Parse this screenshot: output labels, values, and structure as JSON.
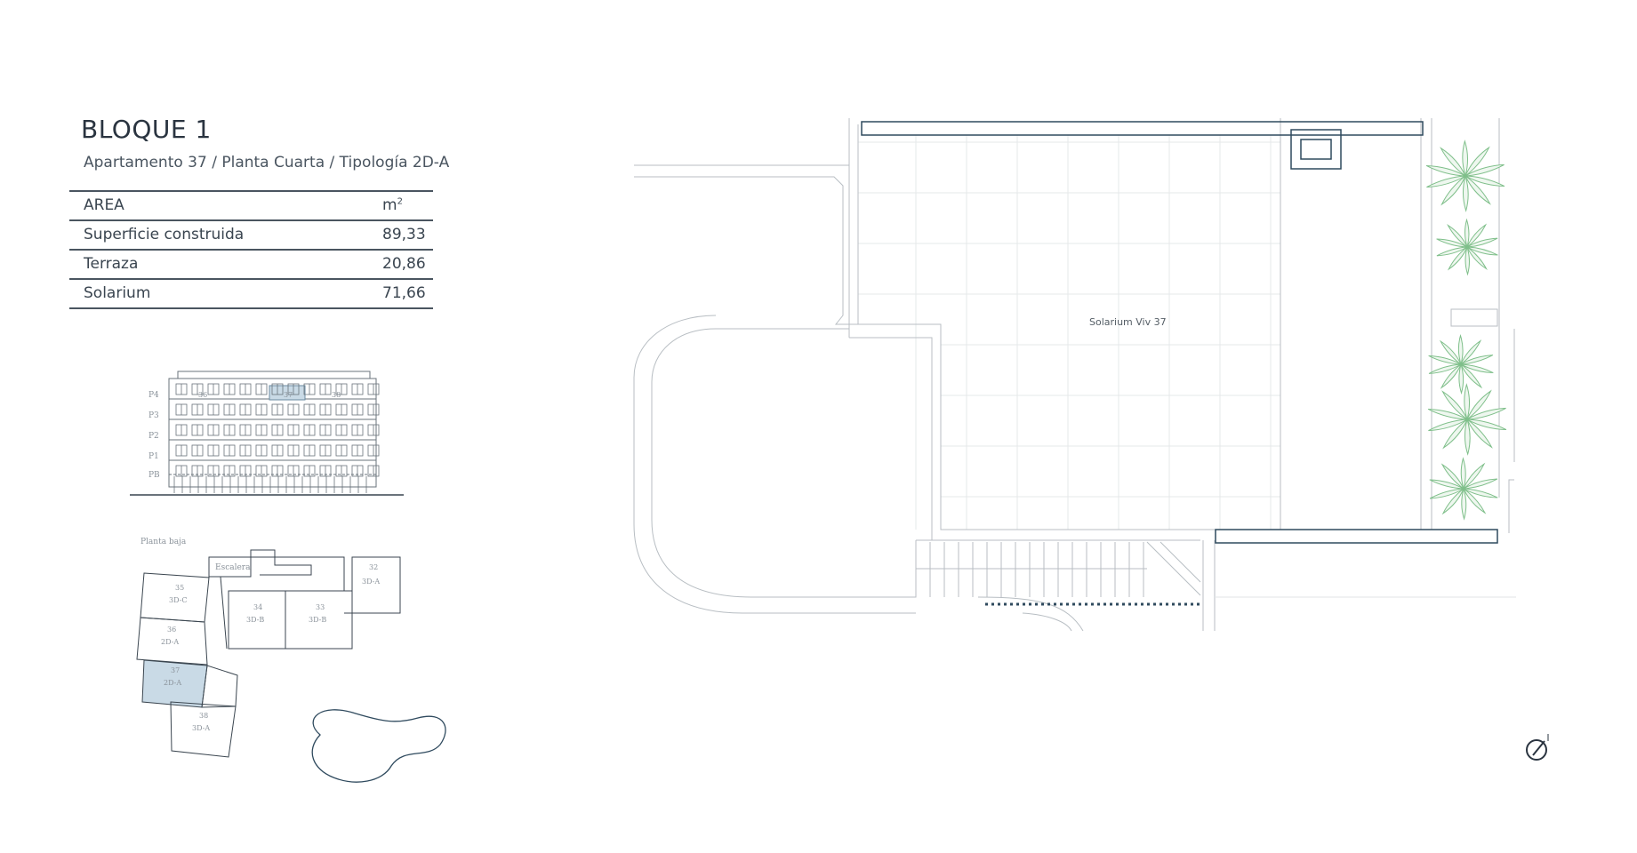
{
  "header": {
    "title": "BLOQUE 1",
    "subtitle": "Apartamento 37 / Planta Cuarta / Tipología 2D-A"
  },
  "area_table": {
    "col_label": "AREA",
    "col_unit": "m",
    "col_unit_sup": "2",
    "rows": [
      {
        "label": "Superficie construida",
        "value": "89,33"
      },
      {
        "label": "Terraza",
        "value": "20,86"
      },
      {
        "label": "Solarium",
        "value": "71,66"
      }
    ]
  },
  "elevation": {
    "floor_labels": [
      "P4",
      "P3",
      "P2",
      "P1",
      "PB"
    ],
    "unit_labels": [
      "36",
      "37",
      "38"
    ]
  },
  "site_plan": {
    "title": "Planta baja",
    "stair_label": "Escalera",
    "units": [
      {
        "number": "35",
        "type": "3D-C"
      },
      {
        "number": "36",
        "type": "2D-A"
      },
      {
        "number": "37",
        "type": "2D-A"
      },
      {
        "number": "38",
        "type": "3D-A"
      },
      {
        "number": "34",
        "type": "3D-B"
      },
      {
        "number": "33",
        "type": "3D-B"
      },
      {
        "number": "32",
        "type": "3D-A"
      }
    ]
  },
  "main_plan": {
    "room_label": "Solarium Viv 37"
  },
  "colors": {
    "highlight": "#c9dae6",
    "line_dark": "#2f4a5e",
    "vegetation": "#7fbf8a"
  },
  "icons": {
    "north": "north-arrow-icon"
  }
}
